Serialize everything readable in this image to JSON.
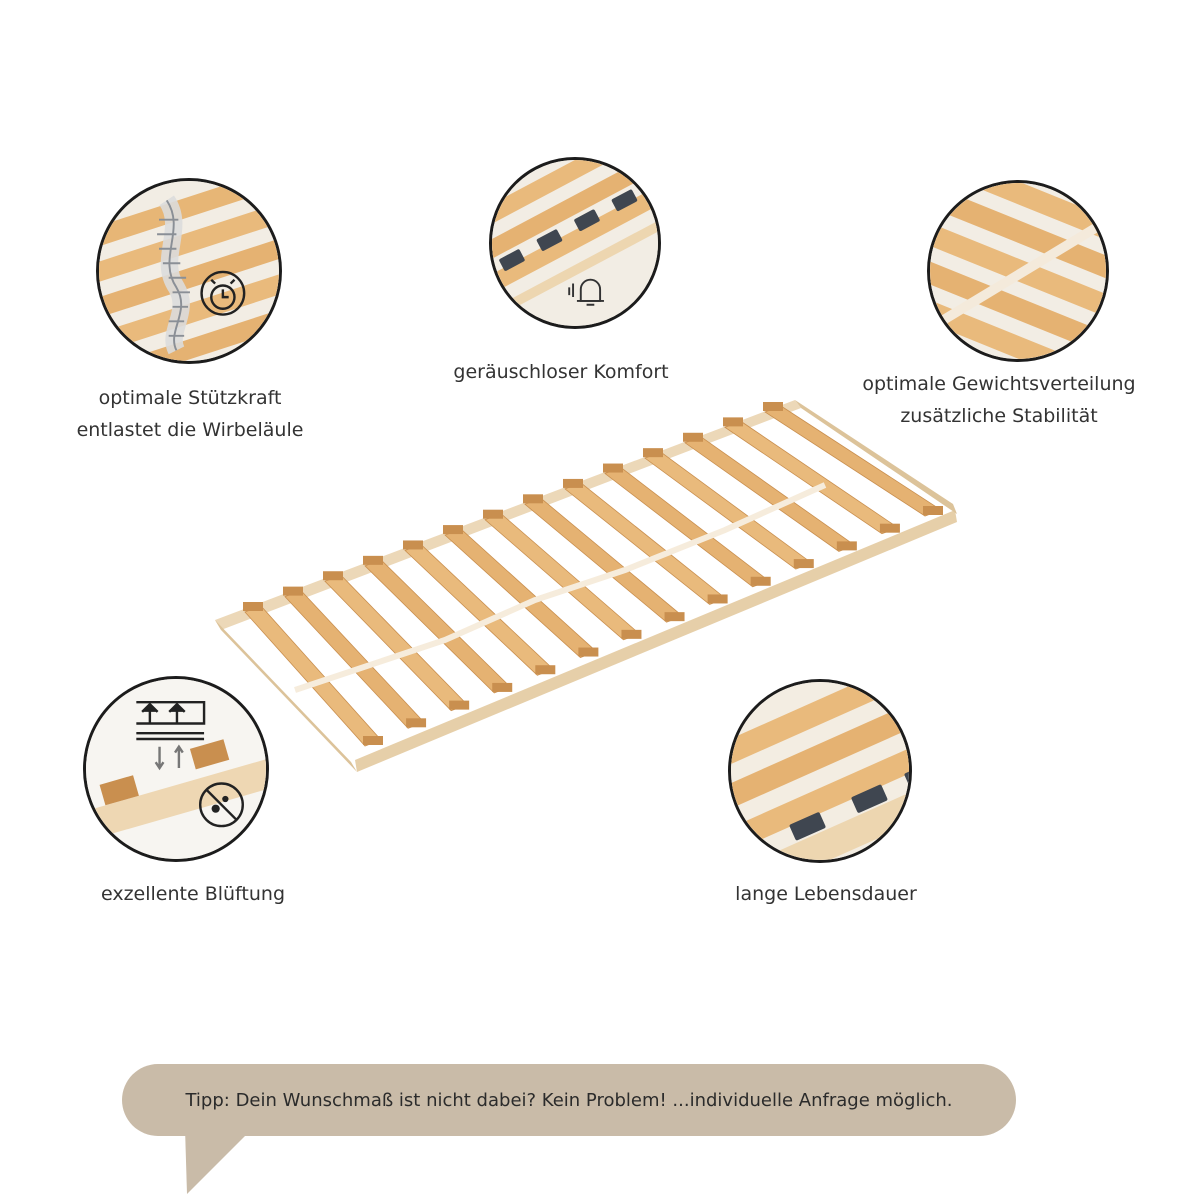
{
  "features": {
    "support": {
      "line1": "optimale Stützkraft",
      "line2": "entlastet die Wirbeläule",
      "icon": "spine-icon"
    },
    "silent": {
      "line1": "geräuschloser Komfort",
      "icon": "silent-bell-icon"
    },
    "weight": {
      "line1": "optimale Gewichtsverteilung",
      "line2": "zusätzliche Stabilität",
      "icon": "strap-icon"
    },
    "ventilation": {
      "line1": "exzellente Blüftung",
      "icon": "airflow-icon"
    },
    "lifetime": {
      "line1": "lange Lebensdauer",
      "icon": "slat-cap-icon"
    }
  },
  "tip": {
    "text": "Tipp: Dein Wunschmaß ist nicht dabei? Kein Problem! ...individuelle Anfrage möglich."
  },
  "colors": {
    "wood": "#e9b97c",
    "wood_dark": "#c98f4f",
    "frame": "#ecd8b8",
    "cap": "#3f4650",
    "bubble": "#c9bba8"
  }
}
